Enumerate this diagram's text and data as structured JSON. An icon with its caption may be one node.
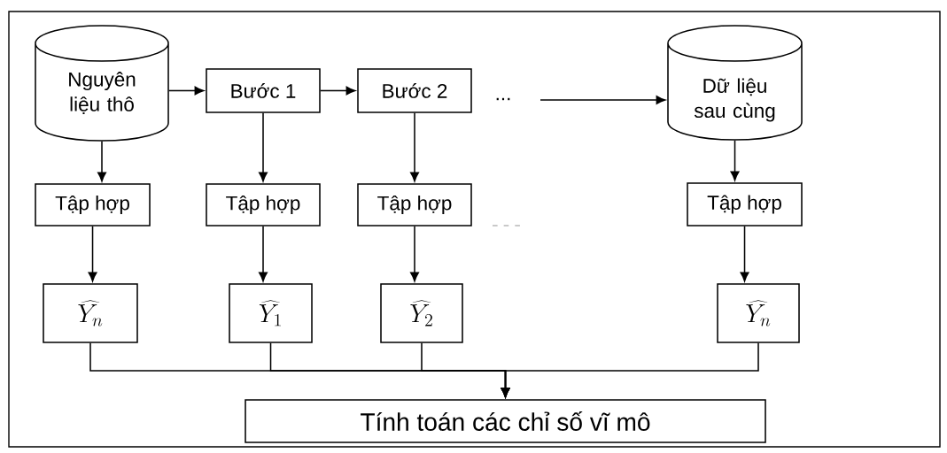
{
  "diagram": {
    "nodes": [
      {
        "text": [
          "Nguyên liệu thô"
        ]
      },
      {
        "text": [
          "Bước 1"
        ]
      },
      {
        "text": [
          "Bước 2"
        ]
      },
      {
        "text": [
          "Dữ liệu sau cùng"
        ]
      },
      {
        "text": [
          "Tập hợp"
        ]
      },
      {
        "text": [
          "Tập hợp"
        ]
      },
      {
        "text": [
          "Tập hợp"
        ]
      },
      {
        "text": [
          "Tập hợp"
        ]
      },
      {
        "text": [
          "\\widehat{Y_n}"
        ]
      },
      {
        "text": [
          "\\widehat{Y_1}"
        ]
      },
      {
        "text": [
          "\\widehat{Y_2}"
        ]
      },
      {
        "text": [
          "\\widehat{Y_n}"
        ]
      },
      {
        "text": [
          "Tính toán các chỉ số vĩ mô"
        ]
      }
    ],
    "edges": [
      {
        "from": 0,
        "to": 1,
        "arrow": "to"
      },
      {
        "from": 1,
        "to": 2,
        "arrow": "to"
      },
      {
        "from": null,
        "to": 3,
        "arrow": "to"
      },
      {
        "from": 0,
        "to": 4,
        "arrow": "to"
      },
      {
        "from": 1,
        "to": 5,
        "arrow": "to"
      },
      {
        "from": 2,
        "to": 6,
        "arrow": "to"
      },
      {
        "from": 3,
        "to": 7,
        "arrow": "to"
      },
      {
        "from": 4,
        "to": 8,
        "arrow": "to"
      },
      {
        "from": 5,
        "to": 9,
        "arrow": "to"
      },
      {
        "from": 6,
        "to": 10,
        "arrow": "to"
      },
      {
        "from": 7,
        "to": 11,
        "arrow": "to"
      },
      {
        "from": 8,
        "to": 12,
        "arrow": "to"
      },
      {
        "from": 9,
        "to": 12,
        "arrow": "to"
      },
      {
        "from": 10,
        "to": 12,
        "arrow": "to"
      },
      {
        "from": 11,
        "to": 12,
        "arrow": "to"
      }
    ],
    "labels": [
      "..."
    ]
  }
}
